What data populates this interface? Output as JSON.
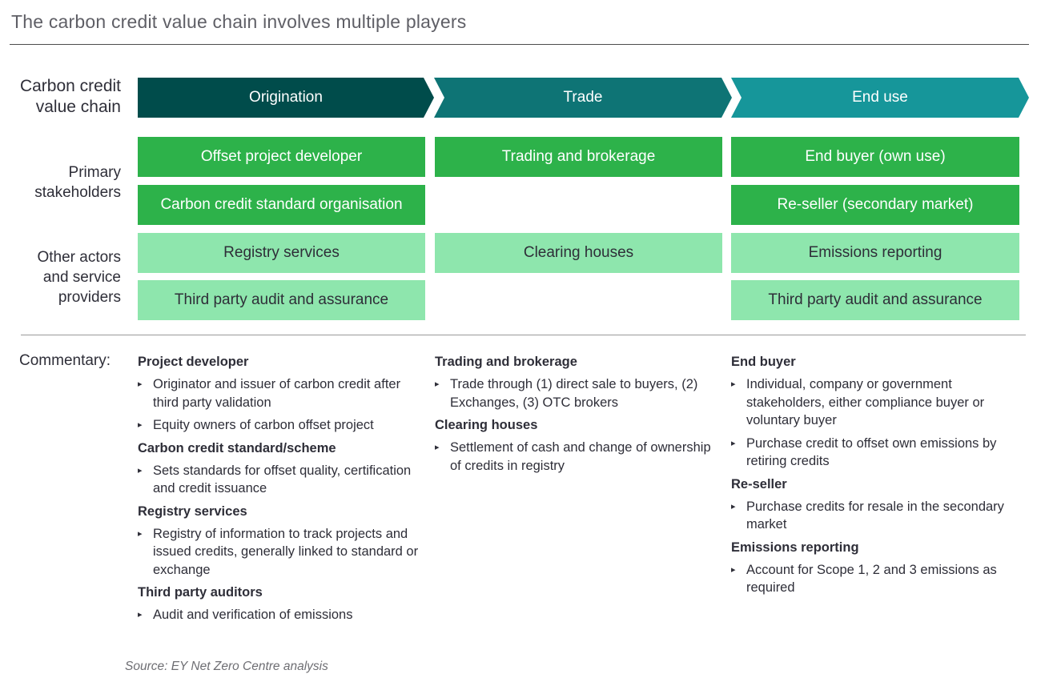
{
  "title": "The carbon credit value chain involves multiple players",
  "row_labels": {
    "chain": "Carbon credit\nvalue chain",
    "primary": "Primary\nstakeholders",
    "other": "Other actors\nand service\nproviders"
  },
  "stages": [
    "Origination",
    "Trade",
    "End use"
  ],
  "primary": {
    "origination": [
      "Offset project developer",
      "Carbon credit standard organisation"
    ],
    "trade": [
      "Trading and brokerage"
    ],
    "end_use": [
      "End buyer (own use)",
      "Re-seller (secondary market)"
    ]
  },
  "other": {
    "origination": [
      "Registry services",
      "Third party audit and assurance"
    ],
    "trade": [
      "Clearing houses"
    ],
    "end_use": [
      "Emissions reporting",
      "Third party audit and assurance"
    ]
  },
  "commentary_label": "Commentary:",
  "commentary": {
    "origination": [
      {
        "heading": "Project developer",
        "bullets": [
          "Originator and issuer of carbon credit after third party validation",
          "Equity owners of carbon offset project"
        ]
      },
      {
        "heading": "Carbon credit standard/scheme",
        "bullets": [
          "Sets standards for offset quality, certification and credit issuance"
        ]
      },
      {
        "heading": "Registry services",
        "bullets": [
          "Registry of information to track projects and issued credits, generally linked to standard or exchange"
        ]
      },
      {
        "heading": "Third party auditors",
        "bullets": [
          "Audit and verification of emissions"
        ]
      }
    ],
    "trade": [
      {
        "heading": "Trading and brokerage",
        "bullets": [
          "Trade through (1) direct sale to buyers, (2) Exchanges, (3) OTC brokers"
        ]
      },
      {
        "heading": "Clearing houses",
        "bullets": [
          "Settlement of cash and change of ownership of credits in registry"
        ]
      }
    ],
    "end_use": [
      {
        "heading": "End buyer",
        "bullets": [
          "Individual, company or government stakeholders, either compliance buyer or voluntary buyer",
          "Purchase credit to offset own emissions by retiring credits"
        ]
      },
      {
        "heading": "Re-seller",
        "bullets": [
          "Purchase credits for resale in the secondary market"
        ]
      },
      {
        "heading": "Emissions reporting",
        "bullets": [
          "Account for Scope 1, 2 and 3 emissions as required"
        ]
      }
    ]
  },
  "source": "Source: EY Net Zero Centre analysis",
  "colors": {
    "origination": "#004c4b",
    "trade": "#0e7475",
    "end_use": "#16969a",
    "primary_box": "#2db24a",
    "other_box": "#8ee6ad"
  }
}
